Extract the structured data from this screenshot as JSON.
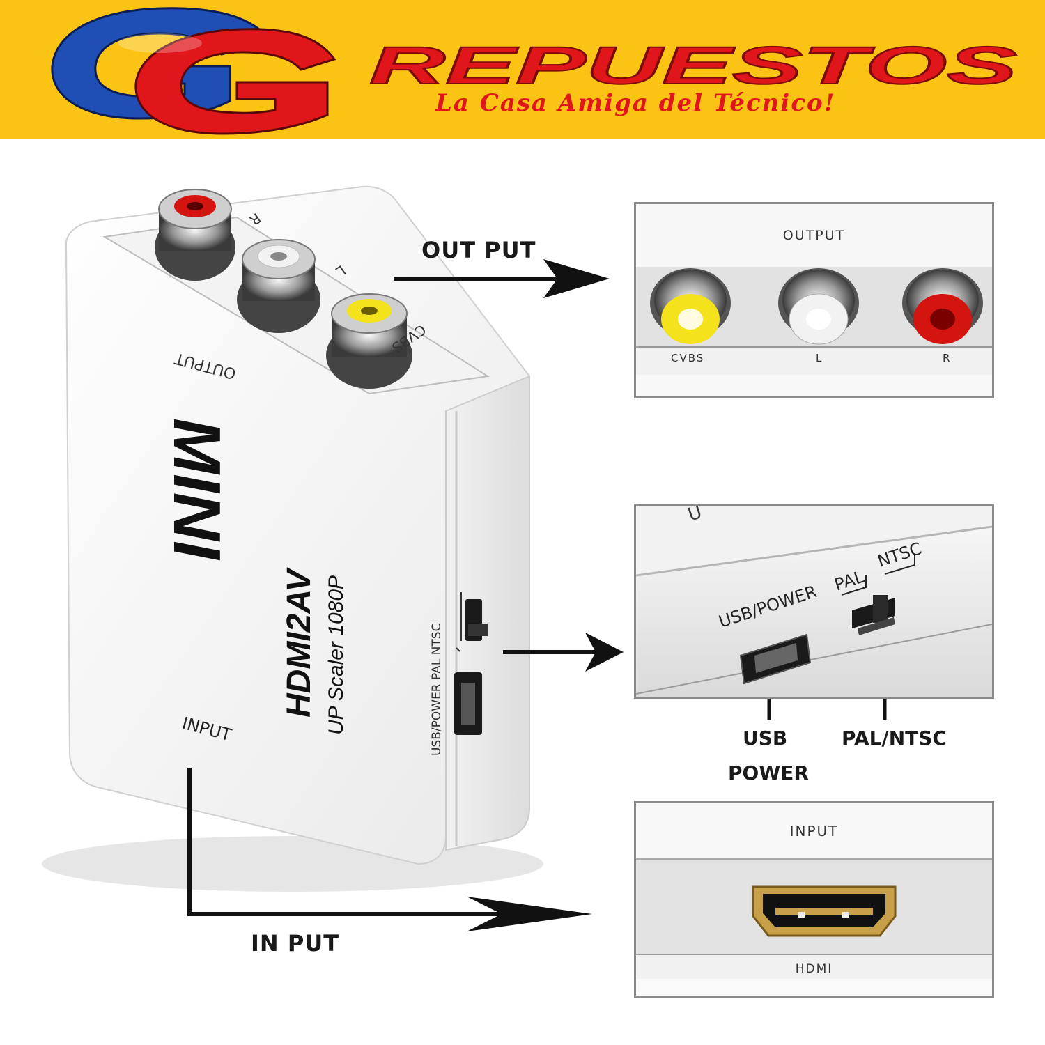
{
  "banner": {
    "brand_initials": "GG",
    "brand_word": "REPUESTOS",
    "tagline": "La Casa Amiga del Técnico!",
    "background_color": "#fbc414",
    "brand_red": "#e0161b",
    "brand_blue": "#1f4fb4"
  },
  "device": {
    "face_text": "MINI",
    "model": "HDMI2AV",
    "subtitle": "UP Scaler 1080P",
    "top_output_label": "OUTPUT",
    "top_r": "R",
    "top_l": "L",
    "top_cvbs": "CVBS",
    "side_label": "USB/POWER PAL NTSC",
    "front_input_label": "INPUT"
  },
  "callouts": {
    "out_put": "OUT PUT",
    "in_put": "IN PUT",
    "usb": "USB",
    "power": "POWER",
    "pal_ntsc": "PAL/NTSC"
  },
  "panels": {
    "output": {
      "title": "OUTPUT",
      "cvbs": "CVBS",
      "l": "L",
      "r": "R"
    },
    "switch": {
      "usb_power": "USB/POWER",
      "pal": "PAL",
      "ntsc": "NTSC",
      "top_partial": "U"
    },
    "input": {
      "title": "INPUT",
      "hdmi": "HDMI"
    }
  },
  "connector_colors": {
    "red": "#d3140f",
    "white": "#f2f2f2",
    "yellow": "#f4e21c",
    "gold": "#c9a04a"
  }
}
